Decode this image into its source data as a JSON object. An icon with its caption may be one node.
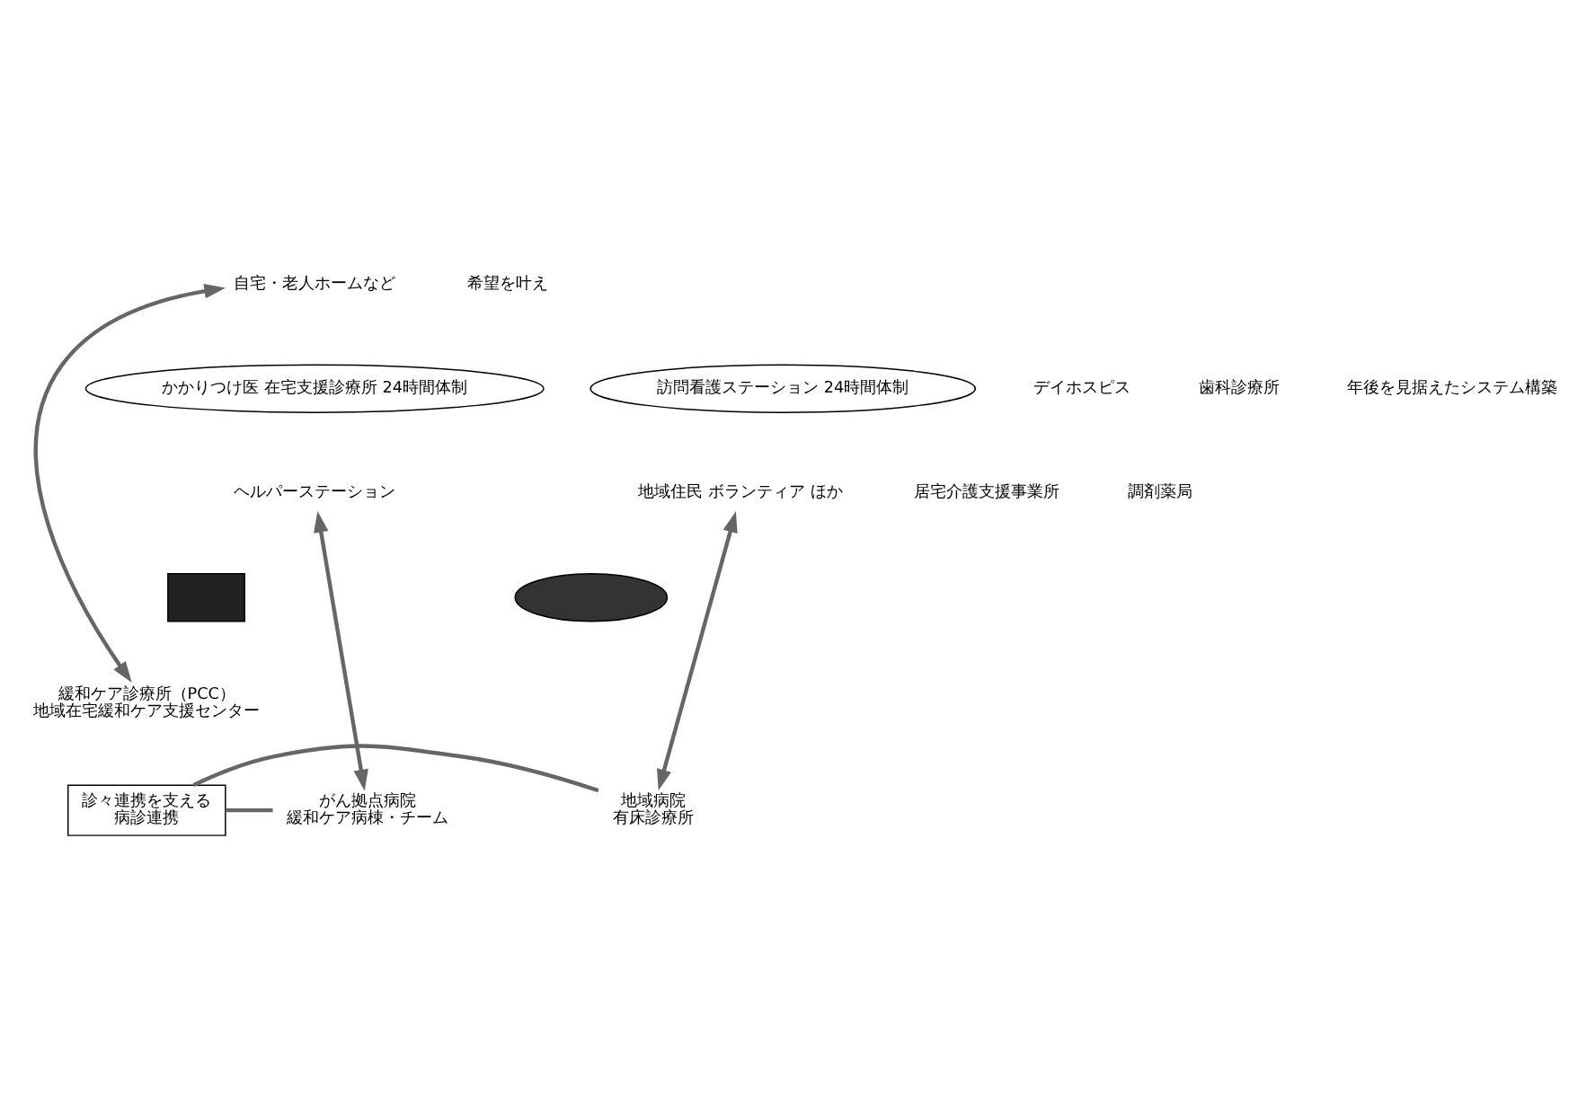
{
  "diagram": {
    "nodes": [
      {
        "text": [
          "自宅・老人ホームなど"
        ]
      },
      {
        "text": [
          "かかりつけ医 在宅支援診療所 24時間体制"
        ]
      },
      {
        "text": [
          "訪問看護ステーション 24時間体制"
        ]
      },
      {
        "text": [
          "ヘルパーステーション"
        ]
      },
      {
        "text": [
          "地域住民 ボランティア ほか"
        ]
      },
      {
        "text": [],
        "shape": "box"
      },
      {
        "text": [],
        "shape": "cloud"
      },
      {
        "text": [
          "緩和ケア診療所（PCC）",
          "地域在宅緩和ケア支援センター"
        ]
      },
      {
        "text": [
          "診々連携を支える",
          "病診連携"
        ]
      },
      {
        "text": [
          "がん拠点病院",
          "緩和ケア病棟・チーム"
        ]
      },
      {
        "text": [
          "地域病院",
          "有床診療所"
        ]
      }
    ],
    "edges": [
      {
        "from": 0,
        "to": 7,
        "arrow": "both"
      },
      {
        "from": 3,
        "to": 9,
        "arrow": "both"
      },
      {
        "from": 4,
        "to": 10,
        "arrow": "both"
      },
      {
        "from": 8,
        "to": 9,
        "arrow": "none"
      },
      {
        "from": 8,
        "to": 10,
        "arrow": "none"
      }
    ],
    "labels": [
      "デイホスピス",
      "居宅介護支援事業所",
      "歯科診療所",
      "調剤薬局",
      "希望を叶え",
      "年後を見据えたシステム構築"
    ]
  }
}
